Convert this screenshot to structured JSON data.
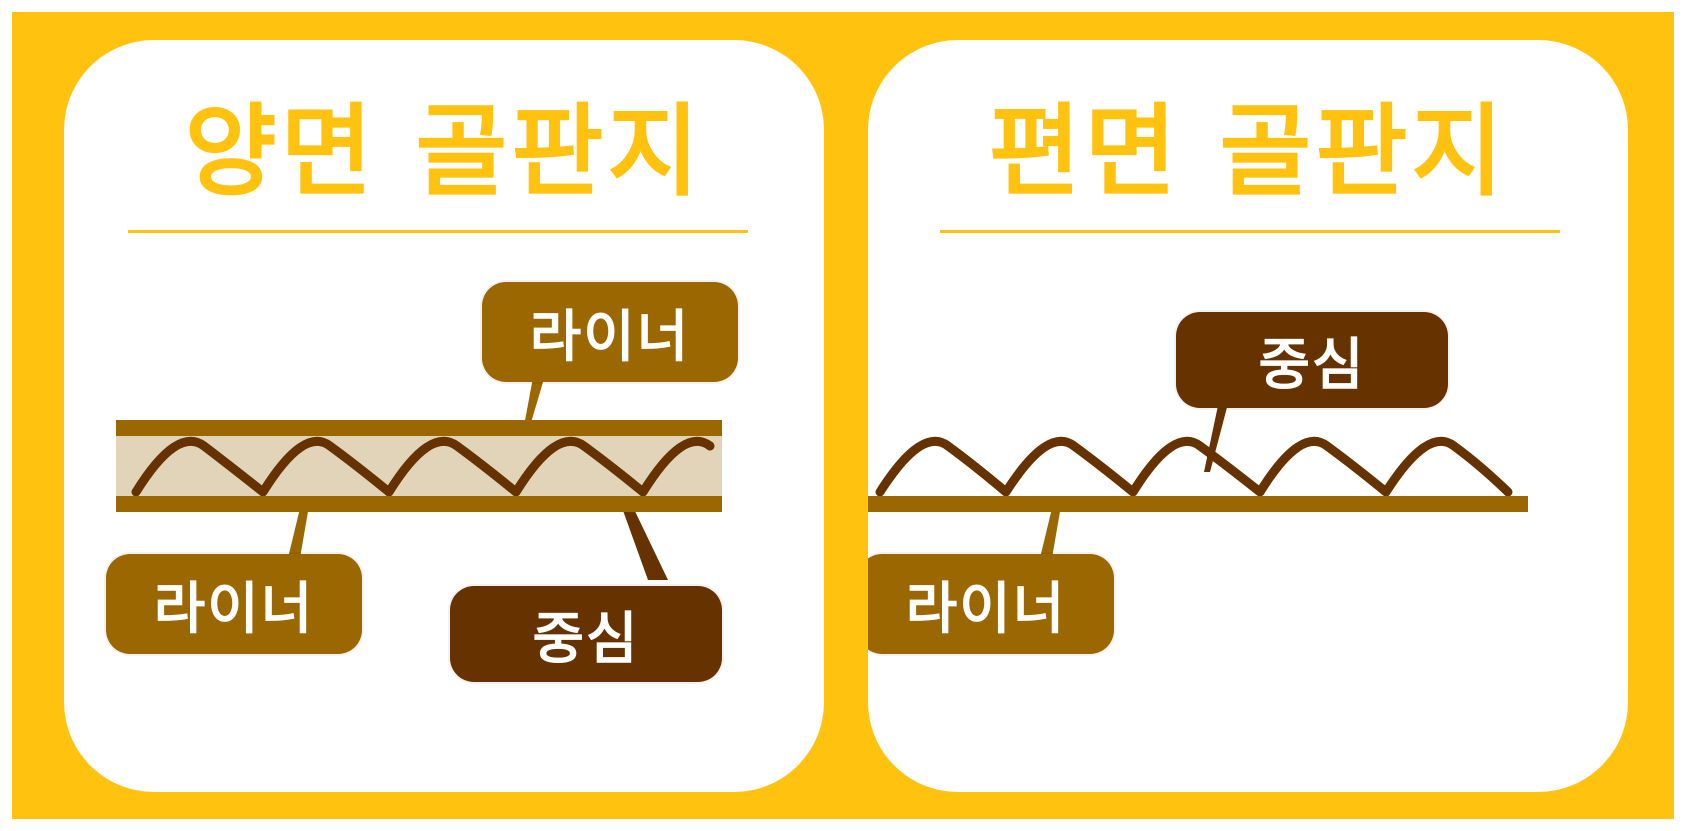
{
  "colors": {
    "frame": "#FFC20E",
    "panel": "#FFFFFF",
    "title": "#FFC20E",
    "liner": "#9A6700",
    "liner_board": "#9A6700",
    "core": "#663300",
    "fill": "#E2D4B8"
  },
  "panels": [
    {
      "title": "양면 골판지",
      "labels": {
        "liner_top": "라이너",
        "liner_bottom": "라이너",
        "core": "중심"
      }
    },
    {
      "title": "편면 골판지",
      "labels": {
        "core": "중심",
        "liner_bottom": "라이너"
      }
    }
  ]
}
